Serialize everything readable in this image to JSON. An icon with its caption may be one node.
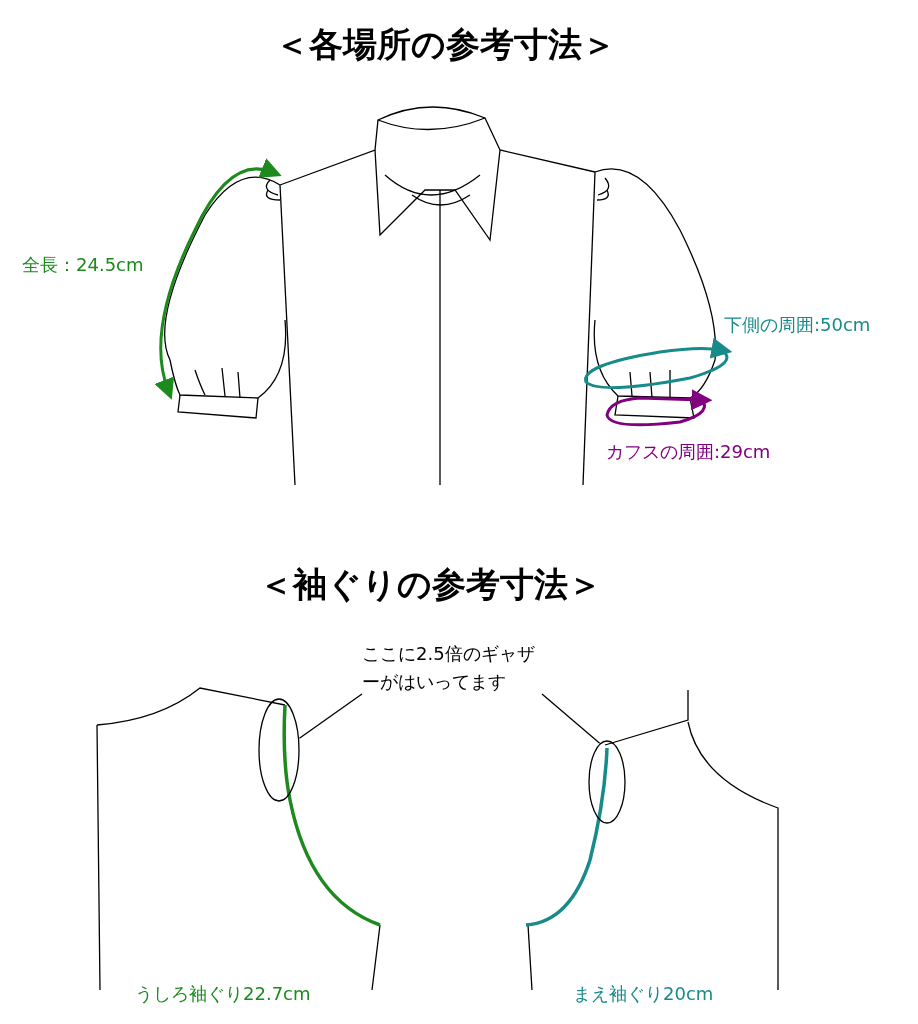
{
  "diagram": {
    "title": "＜各場所の参考寸法＞",
    "nodes": [
      {
        "text": [
          "ここに2.5倍のギャザーがはいってます"
        ]
      },
      {
        "text": [],
        "shape": "circle"
      },
      {
        "text": [],
        "shape": "circle"
      }
    ],
    "edges": [
      {
        "from": 0,
        "to": 1,
        "arrow": "none"
      },
      {
        "from": 0,
        "to": 2,
        "arrow": "none"
      }
    ],
    "labels": [
      "全長：24.5cm",
      "下側の周囲:50cm",
      "カフスの周囲:29cm",
      "＜袖ぐりの参考寸法＞",
      "うしろ袖ぐり22.7cm",
      "まえ袖ぐり20cm"
    ]
  }
}
